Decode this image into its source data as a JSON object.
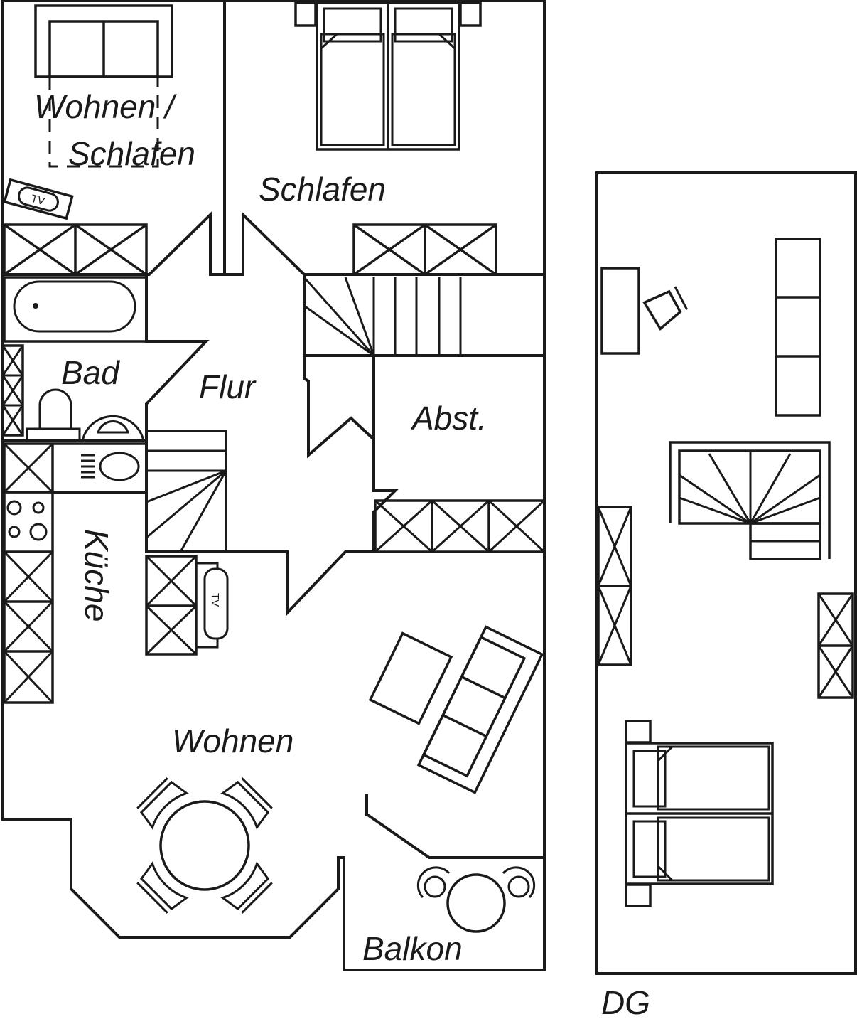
{
  "plan": {
    "type": "floor-plan",
    "line_color": "#1a1a1a",
    "background": "#ffffff",
    "rooms": {
      "wohnen_schlafen_1": "Wohnen /",
      "wohnen_schlafen_2": "Schlafen",
      "schlafen": "Schlafen",
      "bad": "Bad",
      "flur": "Flur",
      "abst": "Abst.",
      "kueche": "Küche",
      "wohnen": "Wohnen",
      "balkon": "Balkon"
    },
    "tv_label": "TV",
    "upper_floor_label": "DG"
  }
}
